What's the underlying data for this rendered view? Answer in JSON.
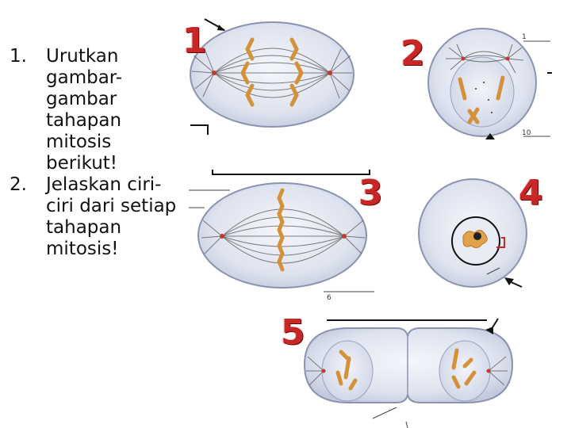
{
  "questions": [
    {
      "number": "1.",
      "text": "Urutkan gambar-gambar tahapan mitosis berikut!"
    },
    {
      "number": "2.",
      "text": "Jelaskan ciri-ciri dari setiap tahapan mitosis!"
    }
  ],
  "stage_labels": [
    "1",
    "2",
    "3",
    "4",
    "5"
  ],
  "callout_numbers": {
    "top_right_1": "1",
    "top_right_10": "10",
    "bottom_6": "6"
  },
  "colors": {
    "label_red": "#c62828",
    "cell_fill": "#dfe3ef",
    "cell_edge": "#8b93b0",
    "chromosome": "#d4913a"
  }
}
